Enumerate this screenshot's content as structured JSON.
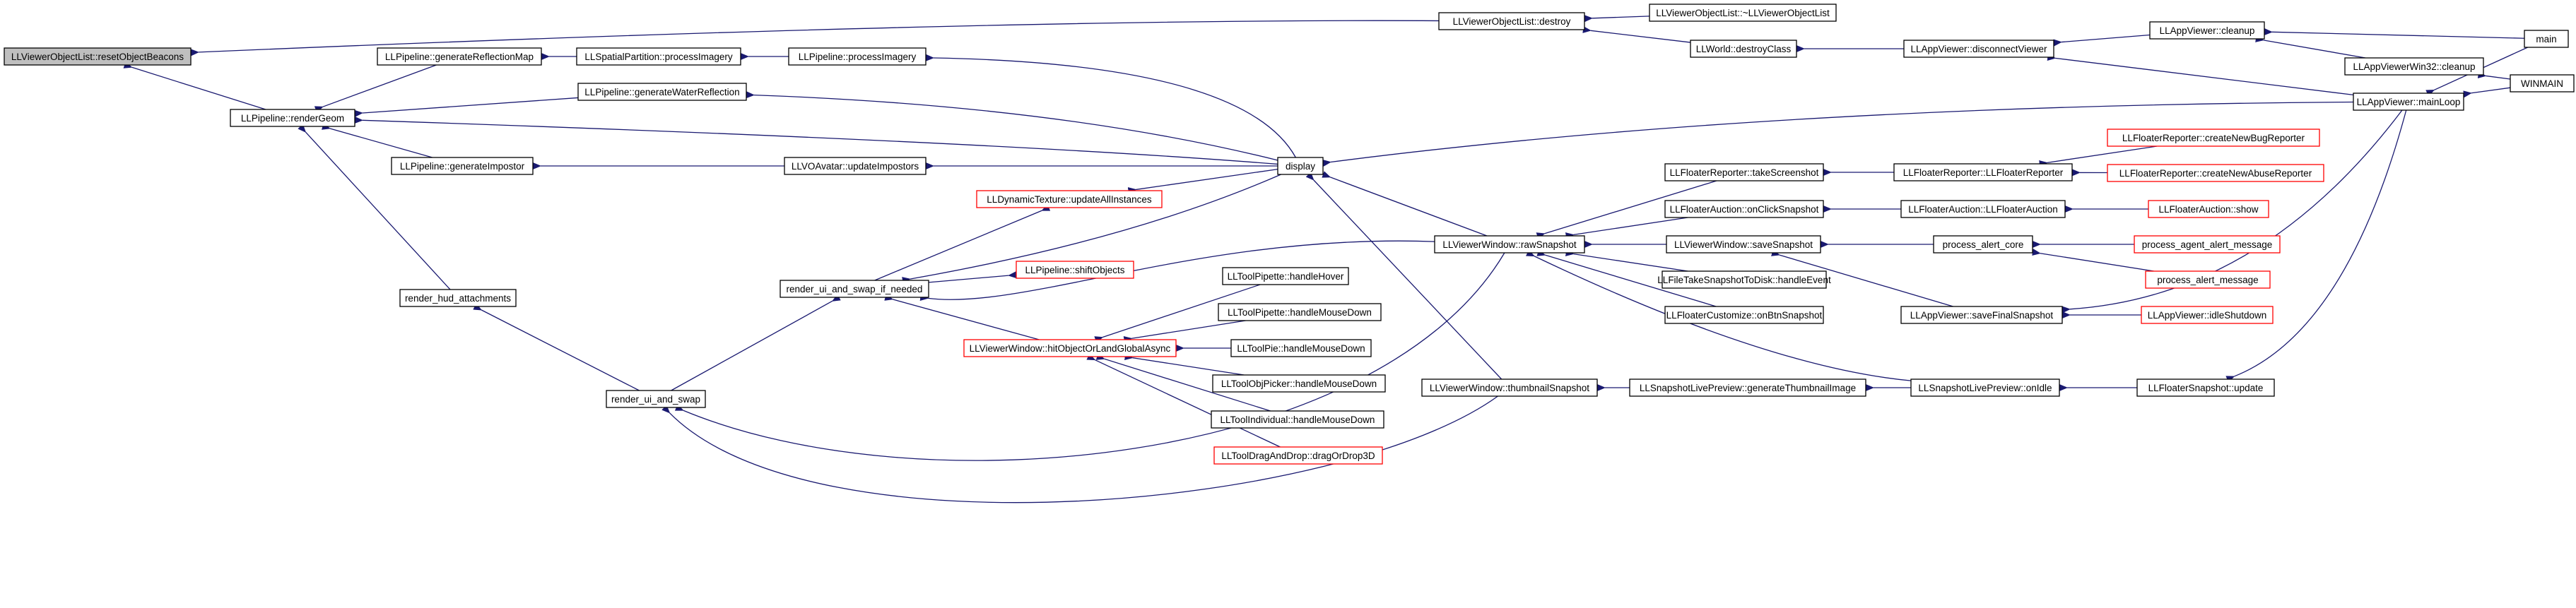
{
  "colors": {
    "edge": "#191970",
    "border_normal": "#000000",
    "border_missing": "#ff0000",
    "root_fill": "#bfbfbf",
    "node_fill": "#ffffff"
  },
  "nodes": [
    {
      "id": "resetObjectBeacons",
      "label": "LLViewerObjectList::resetObjectBeacons",
      "kind": "root"
    },
    {
      "id": "renderGeom",
      "label": "LLPipeline::renderGeom",
      "kind": "normal"
    },
    {
      "id": "genReflMap",
      "label": "LLPipeline::generateReflectionMap",
      "kind": "normal"
    },
    {
      "id": "spatialProc",
      "label": "LLSpatialPartition::processImagery",
      "kind": "normal"
    },
    {
      "id": "pipeProc",
      "label": "LLPipeline::processImagery",
      "kind": "normal"
    },
    {
      "id": "genWater",
      "label": "LLPipeline::generateWaterReflection",
      "kind": "normal"
    },
    {
      "id": "genImpostor",
      "label": "LLPipeline::generateImpostor",
      "kind": "normal"
    },
    {
      "id": "updImpostors",
      "label": "LLVOAvatar::updateImpostors",
      "kind": "normal"
    },
    {
      "id": "display",
      "label": "display",
      "kind": "normal"
    },
    {
      "id": "dynTex",
      "label": "LLDynamicTexture::updateAllInstances",
      "kind": "missing"
    },
    {
      "id": "shiftObjects",
      "label": "LLPipeline::shiftObjects",
      "kind": "missing"
    },
    {
      "id": "hud",
      "label": "render_hud_attachments",
      "kind": "normal"
    },
    {
      "id": "swapIfNeeded",
      "label": "render_ui_and_swap_if_needed",
      "kind": "normal"
    },
    {
      "id": "swap",
      "label": "render_ui_and_swap",
      "kind": "normal"
    },
    {
      "id": "hitObject",
      "label": "LLViewerWindow::hitObjectOrLandGlobalAsync",
      "kind": "missing"
    },
    {
      "id": "pipetteHover",
      "label": "LLToolPipette::handleHover",
      "kind": "normal"
    },
    {
      "id": "pipetteDown",
      "label": "LLToolPipette::handleMouseDown",
      "kind": "normal"
    },
    {
      "id": "pieDown",
      "label": "LLToolPie::handleMouseDown",
      "kind": "normal"
    },
    {
      "id": "objPicker",
      "label": "LLToolObjPicker::handleMouseDown",
      "kind": "normal"
    },
    {
      "id": "individual",
      "label": "LLToolIndividual::handleMouseDown",
      "kind": "normal"
    },
    {
      "id": "dragDrop",
      "label": "LLToolDragAndDrop::dragOrDrop3D",
      "kind": "missing"
    },
    {
      "id": "listDestroy",
      "label": "LLViewerObjectList::destroy",
      "kind": "normal"
    },
    {
      "id": "listDtor",
      "label": "LLViewerObjectList::~LLViewerObjectList",
      "kind": "normal"
    },
    {
      "id": "destroyClass",
      "label": "LLWorld::destroyClass",
      "kind": "normal"
    },
    {
      "id": "disconnect",
      "label": "LLAppViewer::disconnectViewer",
      "kind": "normal"
    },
    {
      "id": "cleanup",
      "label": "LLAppViewer::cleanup",
      "kind": "normal"
    },
    {
      "id": "win32cleanup",
      "label": "LLAppViewerWin32::cleanup",
      "kind": "normal"
    },
    {
      "id": "main",
      "label": "main",
      "kind": "normal"
    },
    {
      "id": "mainLoop",
      "label": "LLAppViewer::mainLoop",
      "kind": "normal"
    },
    {
      "id": "winmain",
      "label": "WINMAIN",
      "kind": "normal"
    },
    {
      "id": "rawSnapshot",
      "label": "LLViewerWindow::rawSnapshot",
      "kind": "normal"
    },
    {
      "id": "thumbnail",
      "label": "LLViewerWindow::thumbnailSnapshot",
      "kind": "normal"
    },
    {
      "id": "takeScreenshot",
      "label": "LLFloaterReporter::takeScreenshot",
      "kind": "normal"
    },
    {
      "id": "reporterCtor",
      "label": "LLFloaterReporter::LLFloaterReporter",
      "kind": "normal"
    },
    {
      "id": "newBug",
      "label": "LLFloaterReporter::createNewBugReporter",
      "kind": "missing"
    },
    {
      "id": "newAbuse",
      "label": "LLFloaterReporter::createNewAbuseReporter",
      "kind": "missing"
    },
    {
      "id": "auctionClick",
      "label": "LLFloaterAuction::onClickSnapshot",
      "kind": "normal"
    },
    {
      "id": "auctionCtor",
      "label": "LLFloaterAuction::LLFloaterAuction",
      "kind": "normal"
    },
    {
      "id": "auctionShow",
      "label": "LLFloaterAuction::show",
      "kind": "missing"
    },
    {
      "id": "saveSnapshot",
      "label": "LLViewerWindow::saveSnapshot",
      "kind": "normal"
    },
    {
      "id": "alertCore",
      "label": "process_alert_core",
      "kind": "normal"
    },
    {
      "id": "agentAlert",
      "label": "process_agent_alert_message",
      "kind": "missing"
    },
    {
      "id": "alertMsg",
      "label": "process_alert_message",
      "kind": "missing"
    },
    {
      "id": "toDisk",
      "label": "LLFileTakeSnapshotToDisk::handleEvent",
      "kind": "normal"
    },
    {
      "id": "customize",
      "label": "LLFloaterCustomize::onBtnSnapshot",
      "kind": "normal"
    },
    {
      "id": "finalSnapshot",
      "label": "LLAppViewer::saveFinalSnapshot",
      "kind": "normal"
    },
    {
      "id": "idleShutdown",
      "label": "LLAppViewer::idleShutdown",
      "kind": "missing"
    },
    {
      "id": "genThumb",
      "label": "LLSnapshotLivePreview::generateThumbnailImage",
      "kind": "normal"
    },
    {
      "id": "onIdle",
      "label": "LLSnapshotLivePreview::onIdle",
      "kind": "normal"
    },
    {
      "id": "snapUpdate",
      "label": "LLFloaterSnapshot::update",
      "kind": "normal"
    }
  ]
}
